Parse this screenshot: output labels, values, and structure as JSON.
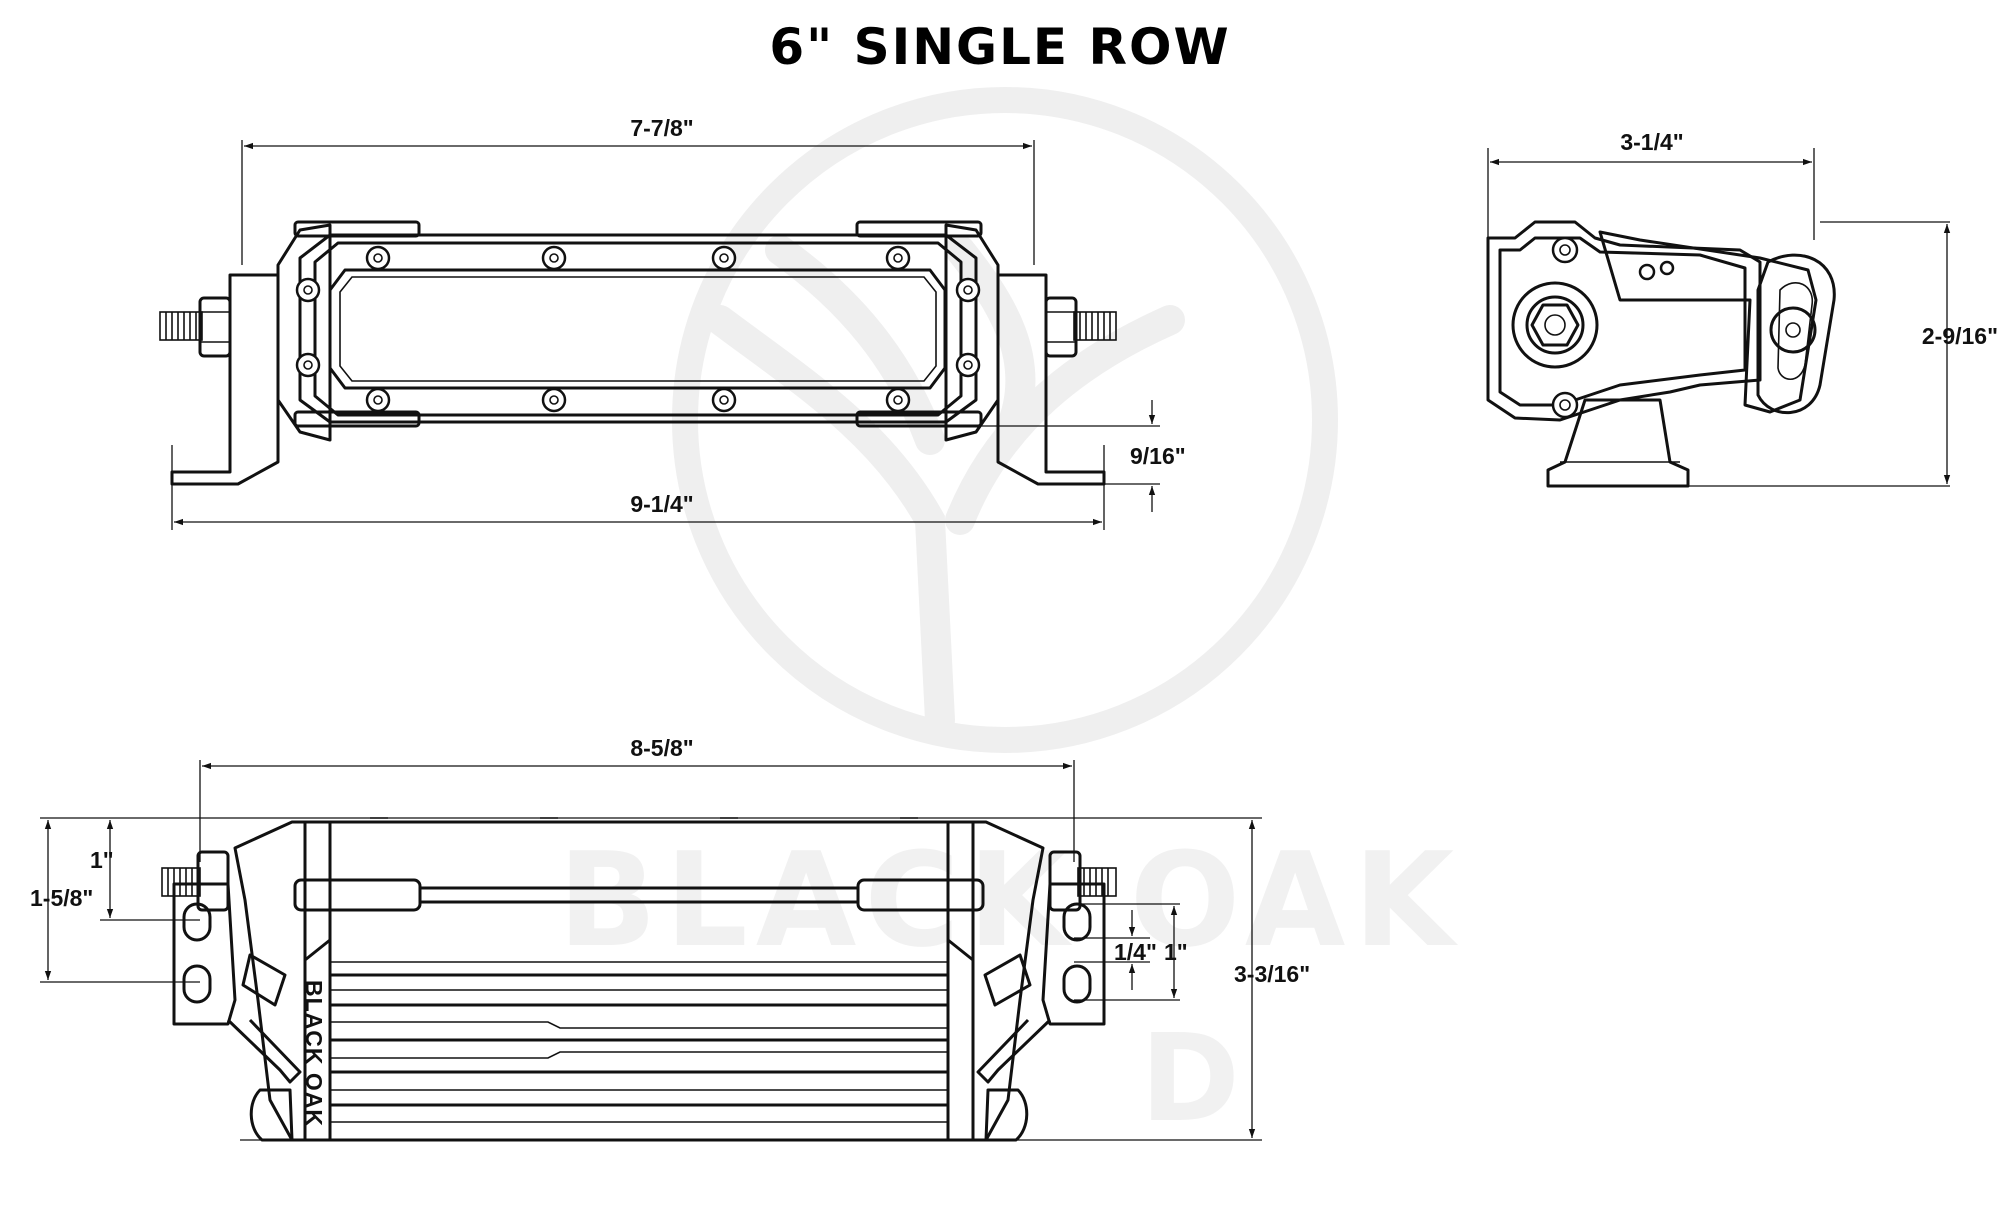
{
  "title": "6\" SINGLE ROW",
  "watermark": {
    "brand": "BLACK OAK",
    "sub": "D"
  },
  "front_view": {
    "overall_width": "7-7/8\"",
    "mount_width": "9-1/4\"",
    "bracket_height": "9/16\""
  },
  "side_view": {
    "depth": "3-1/4\"",
    "height": "2-9/16\""
  },
  "top_view": {
    "slot_span": "8-5/8\"",
    "slot_offset_top": "1\"",
    "slot_offset_bottom": "1-5/8\"",
    "slot_length": "1/4\"",
    "slot_spacing": "1\"",
    "overall_height": "3-3/16\"",
    "housing_label": "BLACK OAK"
  },
  "colors": {
    "line": "#111111",
    "watermark": "#efefef",
    "background": "#ffffff"
  }
}
